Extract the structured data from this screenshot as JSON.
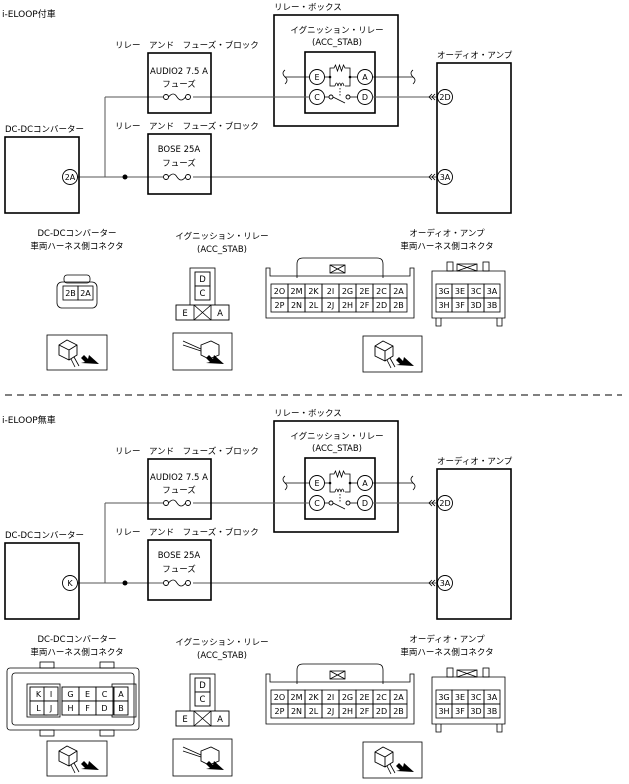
{
  "sections": [
    {
      "title": "i-ELOOP付車",
      "relay_box": {
        "label": "リレー・ボックス",
        "relay_name": "イグニッション・リレー",
        "relay_id": "(ACC_STAB)",
        "pins": [
          "E",
          "A",
          "C",
          "D"
        ]
      },
      "fuse_block_label": "リレー　アンド　フューズ・ブロック",
      "fuses": [
        {
          "name": "AUDIO2 7.5 A",
          "type": "フューズ"
        },
        {
          "name": "BOSE 25A",
          "type": "フューズ"
        }
      ],
      "dcdc": {
        "label": "DC-DCコンバーター",
        "pin": "2A"
      },
      "audio_amp": {
        "label": "オーディオ・アンプ",
        "pins": [
          "2D",
          "3A"
        ]
      },
      "connectors": {
        "dcdc": {
          "title1": "DC-DCコンバーター",
          "title2": "車両ハーネス側コネクタ",
          "type": "small",
          "pins": [
            [
              "2B",
              "2A"
            ]
          ]
        },
        "relay": {
          "title1": "イグニッション・リレー",
          "title2": "(ACC_STAB)",
          "pins": [
            "D",
            "C",
            "E",
            "A"
          ]
        },
        "amp": {
          "title1": "オーディオ・アンプ",
          "title2": "車両ハーネス側コネクタ",
          "pins_a": [
            [
              "2O",
              "2M",
              "2K",
              "2I",
              "2G",
              "2E",
              "2C",
              "2A"
            ],
            [
              "2P",
              "2N",
              "2L",
              "2J",
              "2H",
              "2F",
              "2D",
              "2B"
            ]
          ],
          "pins_b": [
            [
              "3G",
              "3E",
              "3C",
              "3A"
            ],
            [
              "3H",
              "3F",
              "3D",
              "3B"
            ]
          ]
        }
      }
    },
    {
      "title": "i-ELOOP無車",
      "relay_box": {
        "label": "リレー・ボックス",
        "relay_name": "イグニッション・リレー",
        "relay_id": "(ACC_STAB)",
        "pins": [
          "E",
          "A",
          "C",
          "D"
        ]
      },
      "fuse_block_label": "リレー　アンド　フューズ・ブロック",
      "fuses": [
        {
          "name": "AUDIO2 7.5 A",
          "type": "フューズ"
        },
        {
          "name": "BOSE 25A",
          "type": "フューズ"
        }
      ],
      "dcdc": {
        "label": "DC-DCコンバーター",
        "pin": "K"
      },
      "audio_amp": {
        "label": "オーディオ・アンプ",
        "pins": [
          "2D",
          "3A"
        ]
      },
      "connectors": {
        "dcdc": {
          "title1": "DC-DCコンバーター",
          "title2": "車両ハーネス側コネクタ",
          "type": "large",
          "pins": [
            [
              "K",
              "I",
              "G",
              "E",
              "C",
              "A"
            ],
            [
              "L",
              "J",
              "H",
              "F",
              "D",
              "B"
            ]
          ]
        },
        "relay": {
          "title1": "イグニッション・リレー",
          "title2": "(ACC_STAB)",
          "pins": [
            "D",
            "C",
            "E",
            "A"
          ]
        },
        "amp": {
          "title1": "オーディオ・アンプ",
          "title2": "車両ハーネス側コネクタ",
          "pins_a": [
            [
              "2O",
              "2M",
              "2K",
              "2I",
              "2G",
              "2E",
              "2C",
              "2A"
            ],
            [
              "2P",
              "2N",
              "2L",
              "2J",
              "2H",
              "2F",
              "2D",
              "2B"
            ]
          ],
          "pins_b": [
            [
              "3G",
              "3E",
              "3C",
              "3A"
            ],
            [
              "3H",
              "3F",
              "3D",
              "3B"
            ]
          ]
        }
      }
    }
  ]
}
